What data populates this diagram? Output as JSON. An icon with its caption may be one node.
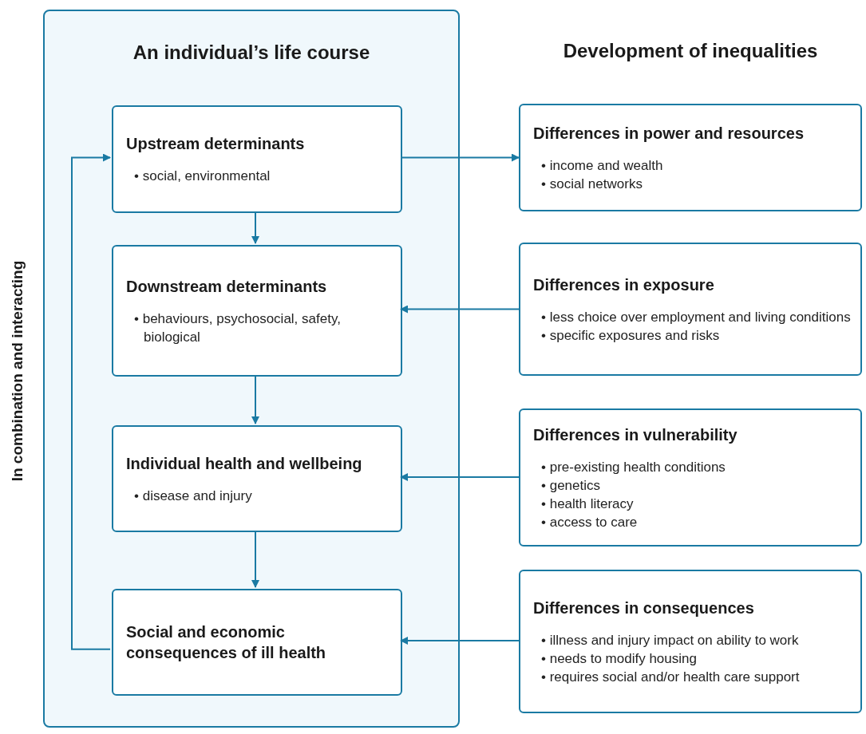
{
  "diagram": {
    "nodes": [
      {
        "text": [
          "An individual’s life course"
        ]
      },
      {
        "text": [
          "Upstream determinants",
          "• social, environmental"
        ],
        "in": 0
      },
      {
        "text": [
          "Downstream determinants",
          "• behaviours, psychosocial, safety, biological"
        ],
        "in": 0
      },
      {
        "text": [
          "Individual health and wellbeing",
          "• disease and injury"
        ],
        "in": 0
      },
      {
        "text": [
          "Social and economic consequences of ill health"
        ],
        "in": 0
      },
      {
        "text": [
          "Differences in power and resources",
          "• income and wealth",
          "• social networks"
        ]
      },
      {
        "text": [
          "Differences in exposure",
          "• less choice over employment and living conditions",
          "• specific exposures and risks"
        ]
      },
      {
        "text": [
          "Differences in vulnerability",
          "• pre-existing health conditions",
          "• genetics",
          "• health literacy",
          "• access to care"
        ]
      },
      {
        "text": [
          "Differences in consequences",
          "• illness and injury impact on ability to work",
          "• needs to modify housing",
          "• requires social and/or health care support"
        ]
      }
    ],
    "edges": [
      {
        "from": 1,
        "to": 5,
        "arrow": "to"
      },
      {
        "from": 1,
        "to": 2,
        "arrow": "to"
      },
      {
        "from": 2,
        "to": 3,
        "arrow": "to"
      },
      {
        "from": 3,
        "to": 4,
        "arrow": "to"
      },
      {
        "from": 6,
        "to": 2,
        "arrow": "to"
      },
      {
        "from": 7,
        "to": 3,
        "arrow": "to"
      },
      {
        "from": 8,
        "to": 4,
        "arrow": "to"
      },
      {
        "from": 4,
        "to": 1,
        "arrow": "to"
      }
    ],
    "labels": [
      "Development of inequalities",
      "In combination and interacting"
    ]
  }
}
